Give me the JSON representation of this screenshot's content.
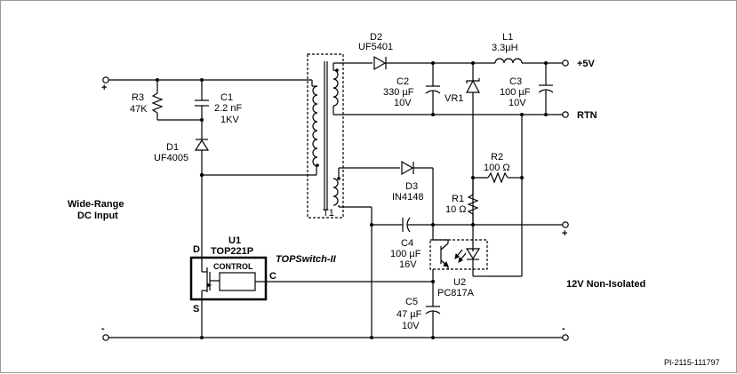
{
  "labels": {
    "d2": "D2",
    "d2_part": "UF5401",
    "l1": "L1",
    "l1_val": "3.3µH",
    "c2": "C2",
    "c2_val": "330 µF",
    "c2_v": "10V",
    "c3": "C3",
    "c3_val": "100 µF",
    "c3_v": "10V",
    "vr1": "VR1",
    "out_5v": "+5V",
    "out_rtn": "RTN",
    "r3": "R3",
    "r3_val": "47K",
    "c1": "C1",
    "c1_val": "2.2 nF",
    "c1_v": "1KV",
    "d1": "D1",
    "d1_part": "UF4005",
    "wide_range_1": "Wide-Range",
    "wide_range_2": "DC Input",
    "d3": "D3",
    "d3_part": "IN4148",
    "t1": "T1",
    "r2": "R2",
    "r2_val": "100 Ω",
    "r1": "R1",
    "r1_val": "10 Ω",
    "u1": "U1",
    "u1_part": "TOP221P",
    "topswitch": "TOPSwitch-II",
    "control": "CONTROL",
    "pin_d": "D",
    "pin_s": "S",
    "pin_c": "C",
    "c4": "C4",
    "c4_val": "100 µF",
    "c4_v": "16V",
    "u2": "U2",
    "u2_part": "PC817A",
    "c5": "C5",
    "c5_val": "47 µF",
    "c5_v": "10V",
    "nonisolated": "12V Non-Isolated",
    "plus": "+",
    "minus": "-",
    "ref_code": "PI-2115-111797"
  }
}
